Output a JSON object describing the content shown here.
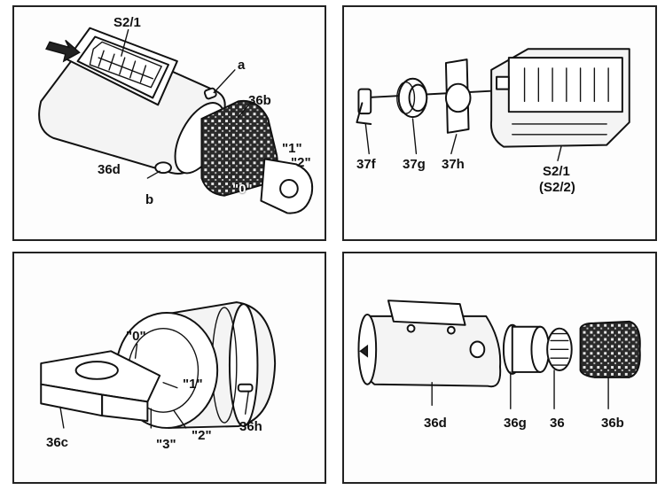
{
  "panels": {
    "top_left": {
      "labels": {
        "s2_1": "S2/1",
        "a": "a",
        "b": "b",
        "p36b": "36b",
        "p36d": "36d",
        "pos1": "\"1\"",
        "pos2": "\"2\"",
        "pos0": "\"0\""
      }
    },
    "top_right": {
      "labels": {
        "p37f": "37f",
        "p37g": "37g",
        "p37h": "37h",
        "s2_1": "S2/1",
        "s2_2": "(S2/2)"
      }
    },
    "bottom_left": {
      "labels": {
        "pos0": "\"0\"",
        "pos1": "\"1\"",
        "pos2": "\"2\"",
        "pos3": "\"3\"",
        "p36c": "36c",
        "p36h": "36h"
      }
    },
    "bottom_right": {
      "labels": {
        "p36d": "36d",
        "p36g": "36g",
        "p36": "36",
        "p36b": "36b"
      }
    }
  }
}
